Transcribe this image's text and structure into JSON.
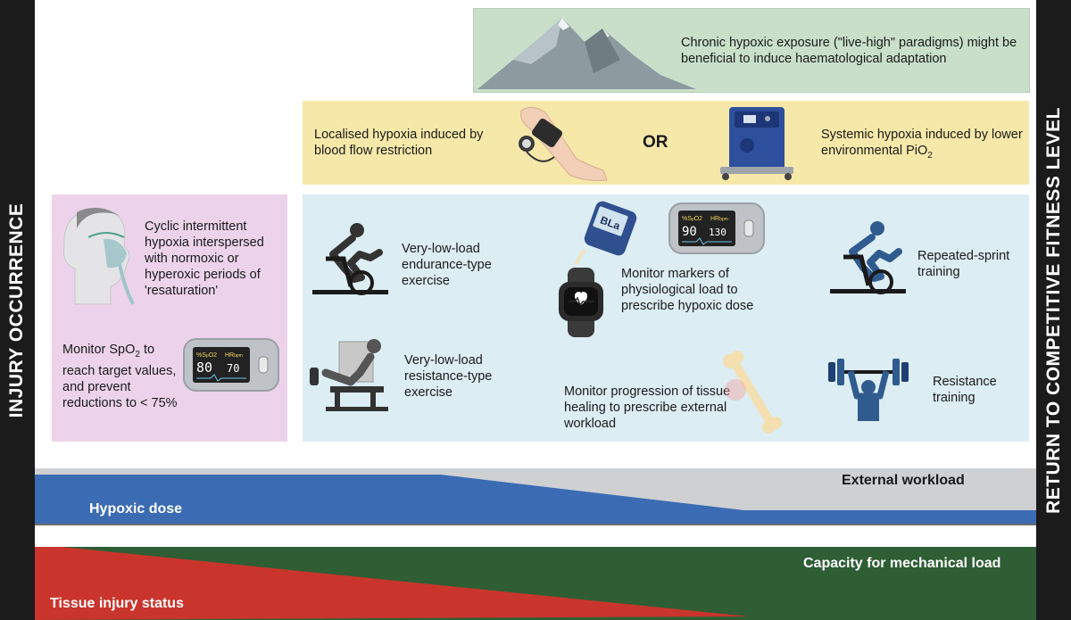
{
  "side": {
    "left": "INJURY OCCURRENCE",
    "right": "RETURN TO COMPETITIVE FITNESS LEVEL"
  },
  "top": {
    "chronic": "Chronic hypoxic exposure (\"live-high\" paradigms) might be beneficial to induce haematological adaptation"
  },
  "yellow": {
    "localised": "Localised hypoxia induced by blood flow restriction",
    "or": "OR",
    "systemic_prefix": "Systemic hypoxia induced by lower environmental PiO",
    "systemic_sub": "2"
  },
  "pink": {
    "cyclic": "Cyclic intermittent hypoxia interspersed with normoxic or hyperoxic periods of 'resaturation'",
    "monitor_prefix": "Monitor SpO",
    "monitor_sub": "2",
    "monitor_suffix": " to reach target values, and prevent reductions to < 75%",
    "oximeter": {
      "spo2_label": "%S",
      "spo2_sub": "p",
      "spo2_tail": "O2",
      "hr_label": "HR",
      "hr_sub": "bpm",
      "spo2": "80",
      "hr": "70"
    }
  },
  "blue": {
    "endurance": "Very-low-load endurance-type exercise",
    "resistance_type": "Very-low-load resistance-type exercise",
    "monitor_markers": "Monitor markers of physiological load to prescribe hypoxic dose",
    "monitor_tissue": "Monitor progression of tissue healing to prescribe external workload",
    "sprint": "Repeated-sprint training",
    "resistance": "Resistance training",
    "bla": "BLa",
    "oximeter": {
      "spo2_label": "%S",
      "spo2_sub": "p",
      "spo2_tail": "O2",
      "hr_label": "HR",
      "hr_sub": "bpm",
      "spo2": "90",
      "hr": "130"
    }
  },
  "bands": {
    "external_workload": "External workload",
    "hypoxic_dose": "Hypoxic dose",
    "capacity": "Capacity for mechanical load",
    "tissue_injury": "Tissue injury status"
  },
  "colors": {
    "sidebar": "#1b1b1b",
    "hypoxic": "#3b6bb3",
    "workload": "#cfd0d2",
    "capacity": "#2f5e35",
    "injury": "#c9352c",
    "pink": "#ecd3ea",
    "blue_panel": "#dcedf3",
    "yellow": "#f6e8a9",
    "green": "#c9dfc9"
  },
  "icons": [
    "mountain-icon",
    "arm-cuff-icon",
    "hypoxic-generator-icon",
    "face-mask-icon",
    "pulse-oximeter-icon",
    "exercise-bike-icon",
    "leg-press-icon",
    "glucometer-icon",
    "smartwatch-icon",
    "bone-icon",
    "sprint-bike-icon",
    "barbell-icon"
  ]
}
